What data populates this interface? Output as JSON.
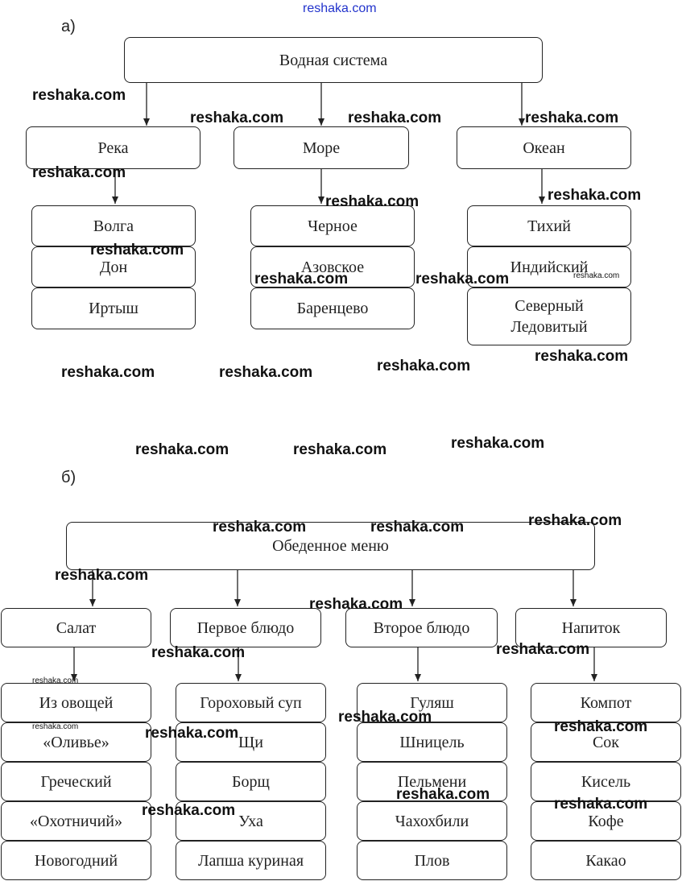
{
  "header_watermark": "reshaka.com",
  "diagram_a": {
    "label": "а)",
    "root": "Водная система",
    "categories": [
      {
        "name": "Река",
        "items": [
          "Волга",
          "Дон",
          "Иртыш"
        ]
      },
      {
        "name": "Море",
        "items": [
          "Черное",
          "Азовское",
          "Баренцево"
        ]
      },
      {
        "name": "Океан",
        "items": [
          "Тихий",
          "Индийский",
          "Северный Ледовитый"
        ]
      }
    ]
  },
  "diagram_b": {
    "label": "б)",
    "root": "Обеденное меню",
    "categories": [
      {
        "name": "Салат",
        "items": [
          "Из овощей",
          "«Оливье»",
          "Греческий",
          "«Охотничий»",
          "Новогодний"
        ]
      },
      {
        "name": "Первое блюдо",
        "items": [
          "Гороховый суп",
          "Щи",
          "Борщ",
          "Уха",
          "Лапша куриная"
        ]
      },
      {
        "name": "Второе блюдо",
        "items": [
          "Гуляш",
          "Шницель",
          "Пельмени",
          "Чахохбили",
          "Плов"
        ]
      },
      {
        "name": "Напиток",
        "items": [
          "Компот",
          "Сок",
          "Кисель",
          "Кофе",
          "Какао"
        ]
      }
    ]
  },
  "watermark": "reshaka.com"
}
